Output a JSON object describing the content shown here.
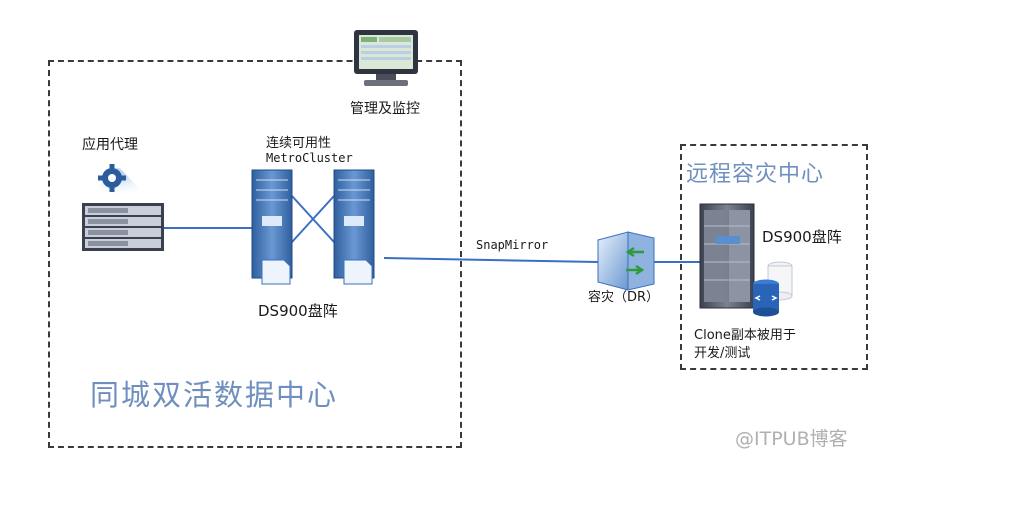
{
  "labels": {
    "mgmt": "管理及监控",
    "app_proxy": "应用代理",
    "continuity_cn": "连续可用性",
    "continuity_en": "MetroCluster",
    "ds900_left": "DS900盘阵",
    "metro_dc": "同城双活数据中心",
    "snapmirror": "SnapMirror",
    "dr": "容灾（DR）",
    "remote_dc": "远程容灾中心",
    "ds900_right": "DS900盘阵",
    "clone_line1": "Clone副本被用于",
    "clone_line2": "开发/测试",
    "watermark": "@ITPUB博客"
  },
  "icons": {
    "monitor": "monitor-icon",
    "app_server": "rack-server-icon",
    "gear": "gear-icon",
    "storage_left": "storage-array-icon",
    "storage_right": "storage-array-icon",
    "router": "router-icon",
    "remote_storage": "storage-array-icon",
    "database": "database-icon"
  },
  "colors": {
    "title_blue": "#6f8fbf",
    "link_blue": "#3a6fc2",
    "border": "#3a3a3a",
    "watermark": "#b0b0b0"
  }
}
